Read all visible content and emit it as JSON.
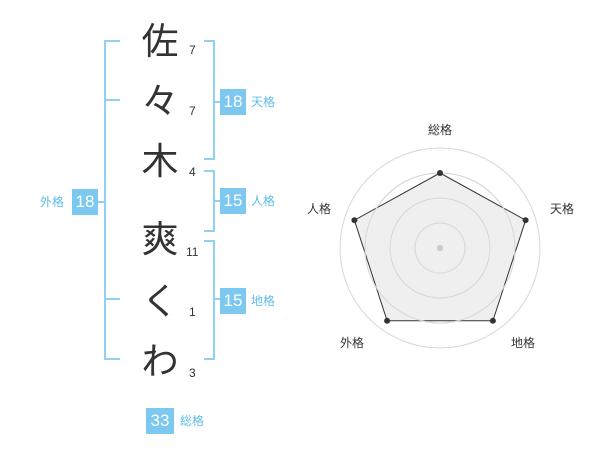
{
  "name": {
    "characters": [
      {
        "char": "佐",
        "strokes": "7"
      },
      {
        "char": "々",
        "strokes": "7"
      },
      {
        "char": "木",
        "strokes": "4"
      },
      {
        "char": "爽",
        "strokes": "11"
      },
      {
        "char": "く",
        "strokes": "1"
      },
      {
        "char": "わ",
        "strokes": "3"
      }
    ]
  },
  "kakusu": {
    "tenkaku": {
      "value": "18",
      "label": "天格"
    },
    "jinkaku": {
      "value": "15",
      "label": "人格"
    },
    "chikaku": {
      "value": "15",
      "label": "地格"
    },
    "gaikaku": {
      "value": "18",
      "label": "外格"
    },
    "soukaku": {
      "value": "33",
      "label": "総格"
    }
  },
  "radar": {
    "axes": [
      "総格",
      "天格",
      "地格",
      "外格",
      "人格"
    ],
    "levels": 4,
    "values": [
      0.75,
      0.9,
      0.9,
      0.9,
      0.9
    ],
    "colors": {
      "fill": "#ececec",
      "rings": "#d8d8d8",
      "outline": "#333333",
      "point": "#333333",
      "center": "#c8c8c8"
    }
  },
  "colors": {
    "accent": "#7cc8f0",
    "bracket": "#8fd0f3",
    "label": "#5fbde9"
  }
}
